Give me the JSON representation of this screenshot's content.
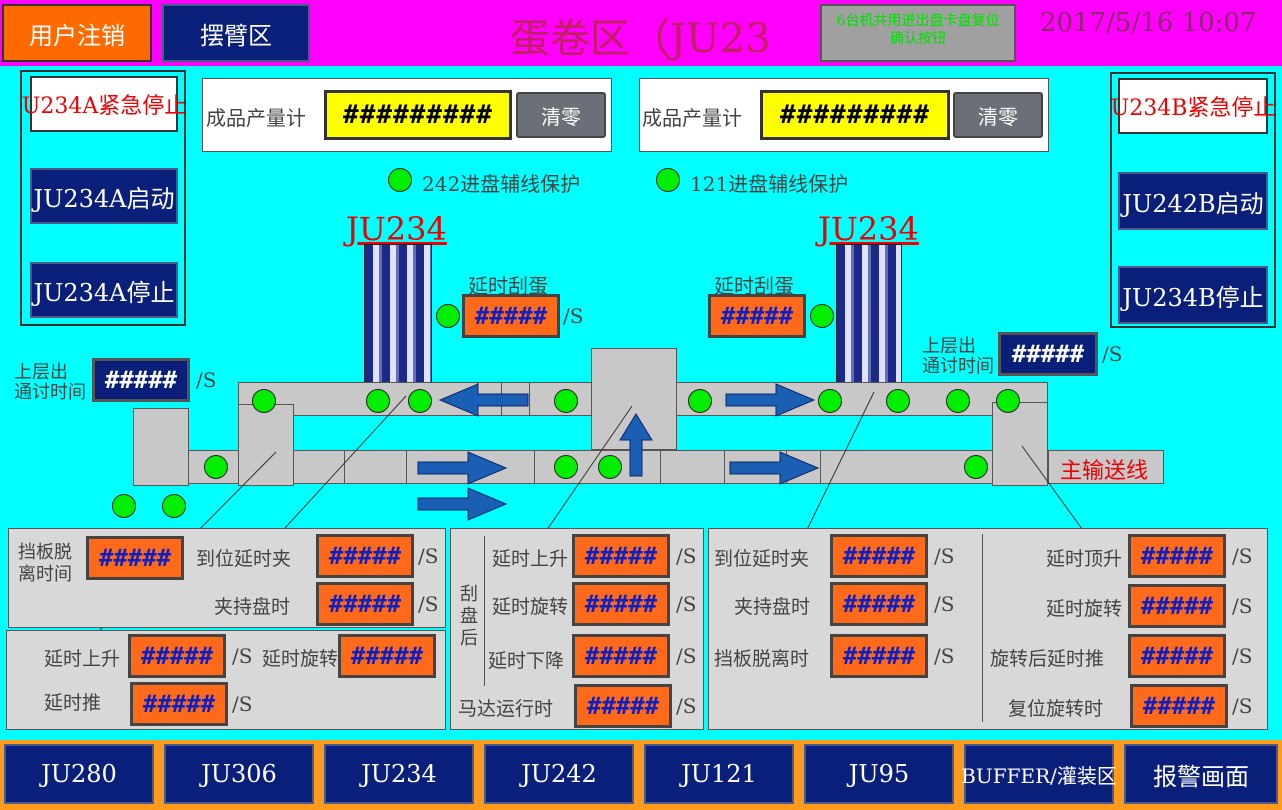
{
  "header": {
    "logout": "用户注销",
    "arm_zone": "摆臂区",
    "title": "蛋卷区（JU23",
    "notice": "6台机共用进出盘卡盘复位确认按钮",
    "datetime": "2017/5/16 10:07"
  },
  "left_controls": {
    "estop": "U234A紧急停止",
    "start": "JU234A启动",
    "stop": "JU234A停止"
  },
  "right_controls": {
    "estop": "U234B紧急停止",
    "start": "JU242B启动",
    "stop": "JU234B停止"
  },
  "counters": {
    "label_a": "成品产量计",
    "value_a": "#########",
    "clear_a": "清零",
    "label_b": "成品产量计",
    "value_b": "#########",
    "clear_b": "清零"
  },
  "indicators": {
    "ind_242": "242进盘辅线保护",
    "ind_121": "121进盘辅线保护"
  },
  "machines": {
    "left_name": "JU234",
    "right_name": "JU234",
    "left_scrape_label": "延时刮蛋",
    "left_scrape_value": "#####",
    "right_scrape_label": "延时刮蛋",
    "right_scrape_value": "#####",
    "left_upper_label1": "上层出",
    "left_upper_label2": "通讨时间",
    "left_upper_value": "#####",
    "right_upper_label1": "上层出",
    "right_upper_label2": "通讨时间",
    "right_upper_value": "#####",
    "unit": "/S",
    "main_conveyor": "主输送线"
  },
  "panel_left": {
    "baffle_label1": "挡板脱",
    "baffle_label2": "离时间",
    "baffle_value": "#####",
    "arrive_label": "到位延时夹",
    "arrive_value": "#####",
    "clamp_label": "夹持盘时",
    "clamp_value": "#####",
    "rise_label": "延时上升",
    "rise_value": "#####",
    "rotate_label": "延时旋转",
    "rotate_value": "#####",
    "push_label": "延时推",
    "push_value": "#####"
  },
  "panel_mid": {
    "side_label": "刮盘后",
    "rise_label": "延时上升",
    "rise_value": "#####",
    "rotate_label": "延时旋转",
    "rotate_value": "#####",
    "down_label": "延时下降",
    "down_value": "#####",
    "motor_label": "马达运行时",
    "motor_value": "#####"
  },
  "panel_right": {
    "arrive_label": "到位延时夹",
    "arrive_value": "#####",
    "clamp_label": "夹持盘时",
    "clamp_value": "#####",
    "baffle_label": "挡板脱离时",
    "baffle_value": "#####",
    "top_label": "延时顶升",
    "top_value": "#####",
    "rotate_label": "延时旋转",
    "rotate_value": "#####",
    "after_rotate_label": "旋转后延时推",
    "after_rotate_value": "#####",
    "reset_label": "复位旋转时",
    "reset_value": "#####"
  },
  "footer": {
    "tabs": [
      "JU280",
      "JU306",
      "JU234",
      "JU242",
      "JU121",
      "JU95",
      "BUFFER/灌装区",
      "报警画面"
    ]
  },
  "colors": {
    "background": "#00ffff",
    "header_magenta": "#ff00ff",
    "navy": "#0a1f7a",
    "orange": "#ff6a1a",
    "yellow": "#ffff00",
    "indicator_green": "#00ee00",
    "arrow_blue": "#1a5fb4"
  }
}
